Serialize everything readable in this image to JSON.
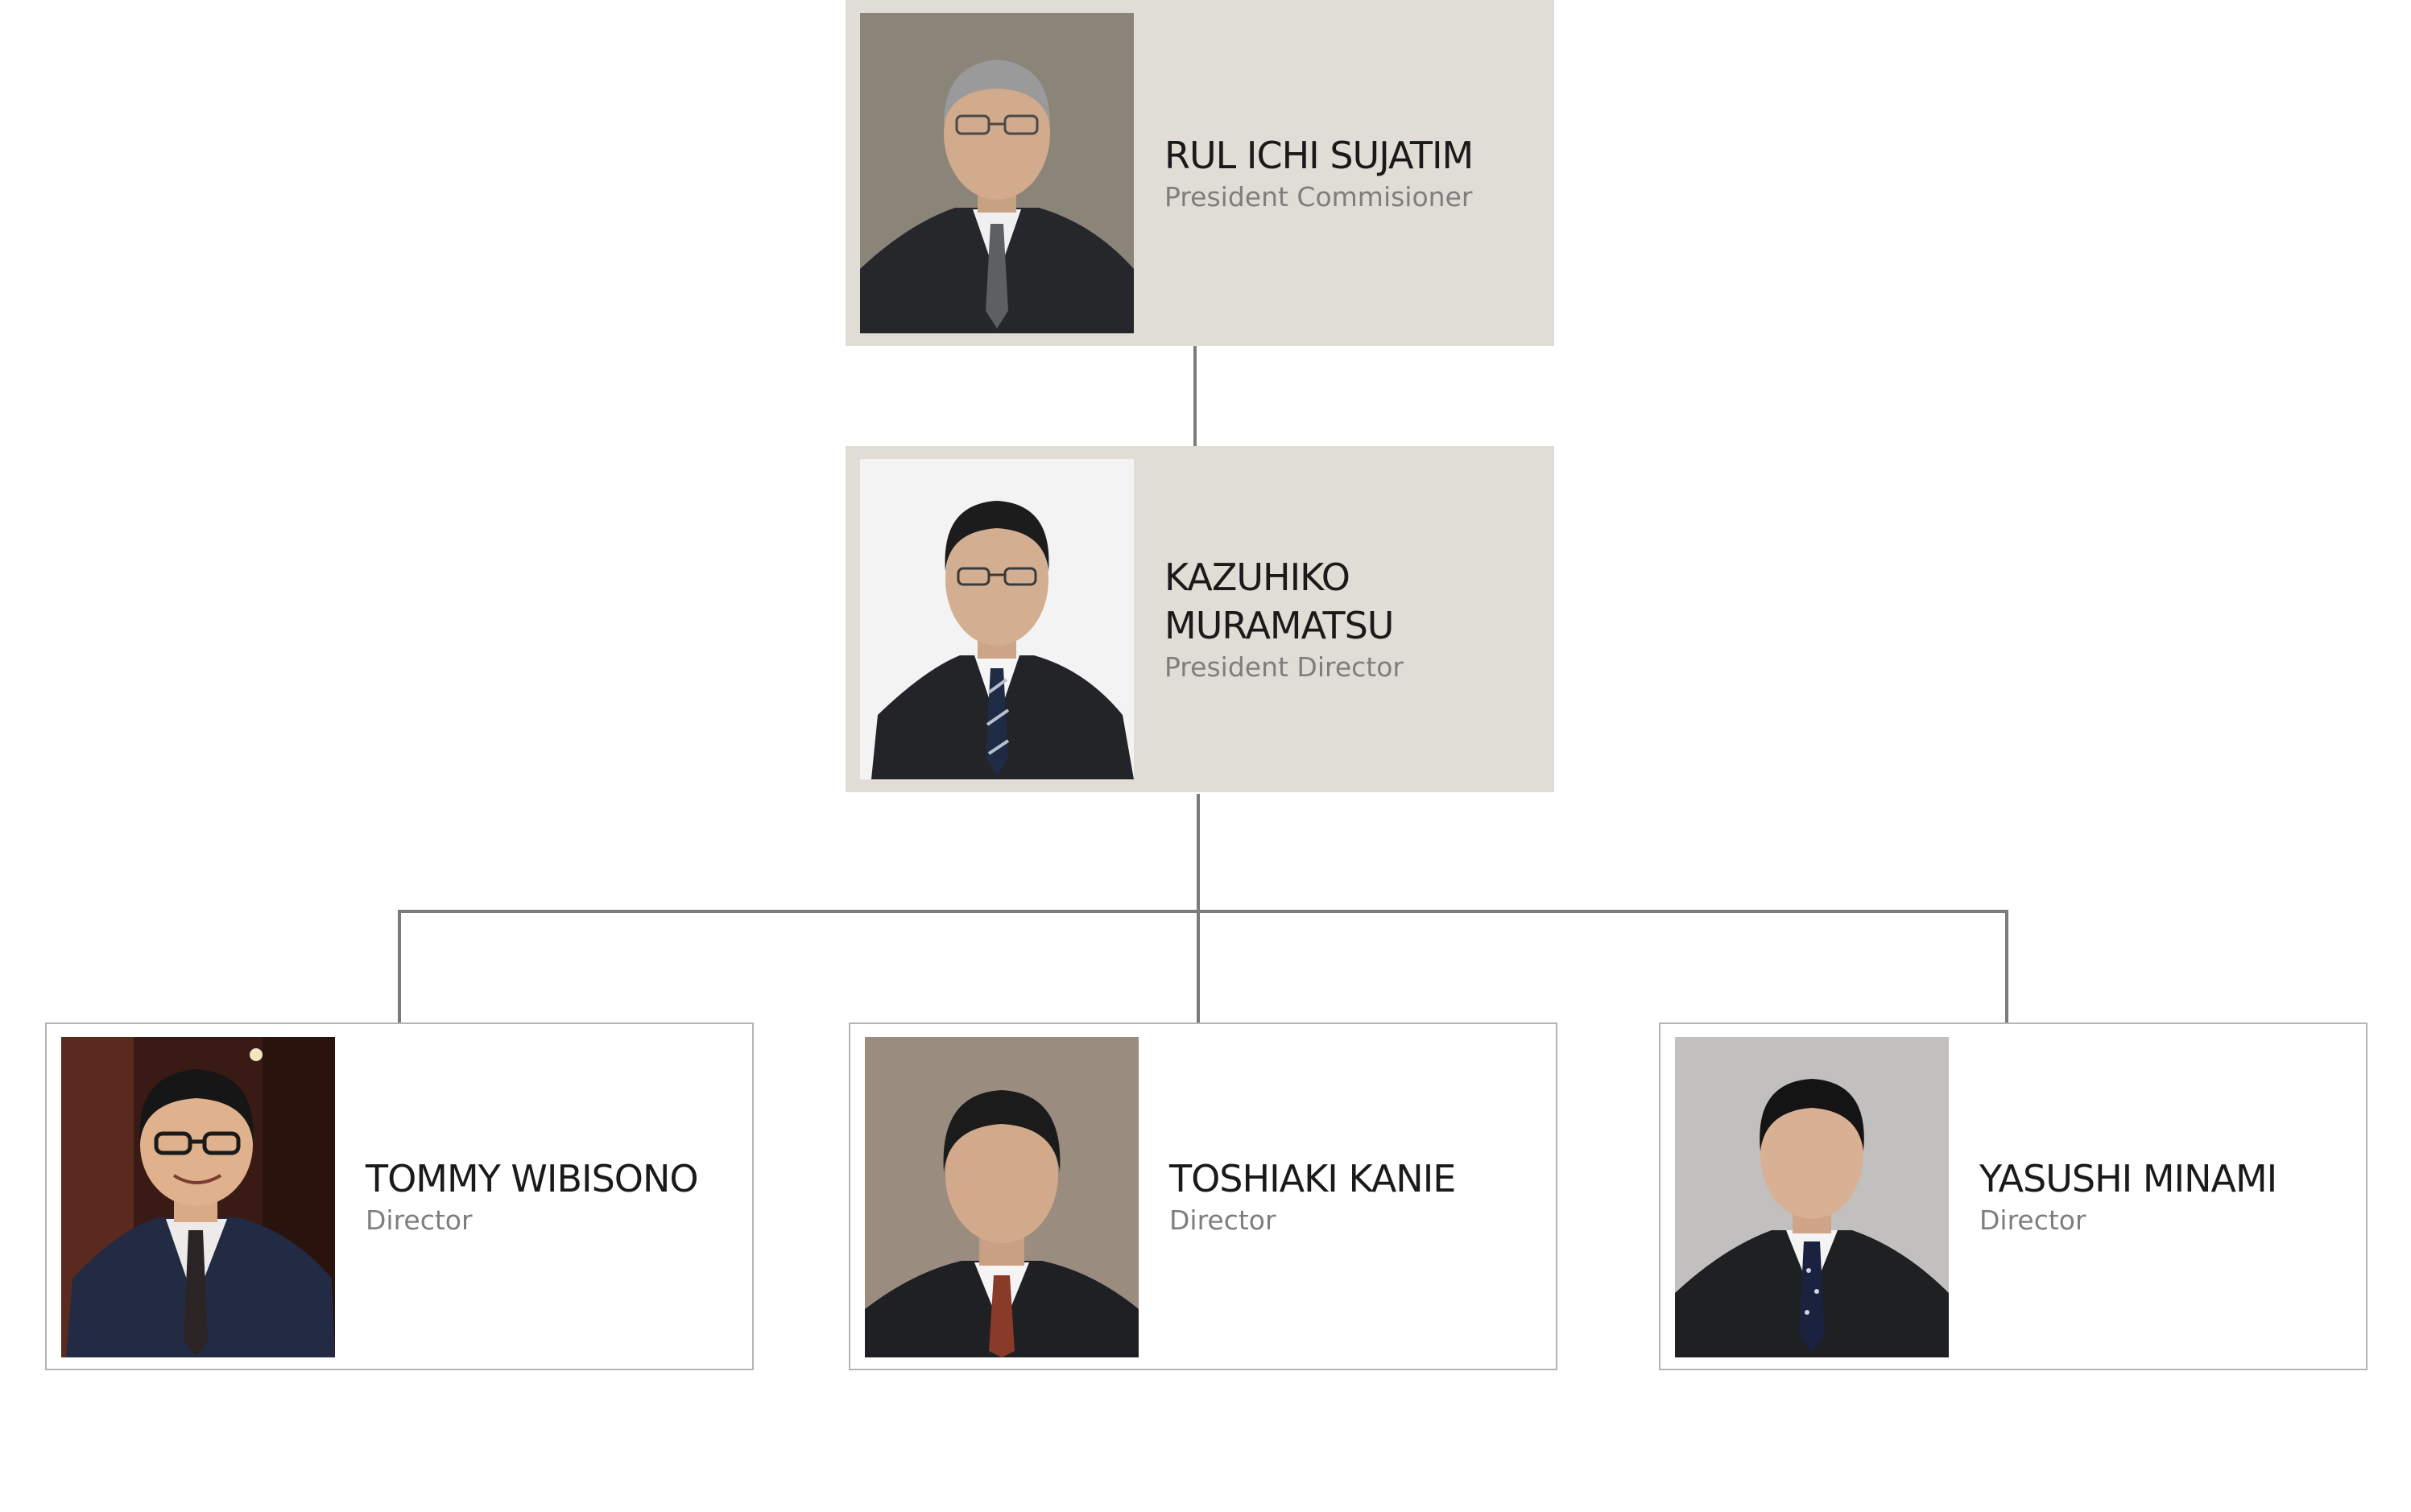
{
  "org_chart": {
    "nodes": [
      {
        "name": "RUL ICHI SUJATIM",
        "role": "President Commisioner"
      },
      {
        "name": "KAZUHIKO\nMURAMATSU",
        "role": "President Director"
      },
      {
        "name": "TOMMY WIBISONO",
        "role": "Director"
      },
      {
        "name": "TOSHIAKI KANIE",
        "role": "Director"
      },
      {
        "name": "YASUSHI MINAMI",
        "role": "Director"
      }
    ],
    "colors": {
      "top_card_bg": "#e0ddd6",
      "bottom_card_bg": "#ffffff",
      "connector": "#7b7b7b",
      "name_text": "#1a1a1a",
      "role_text": "#7e7e7e"
    }
  }
}
